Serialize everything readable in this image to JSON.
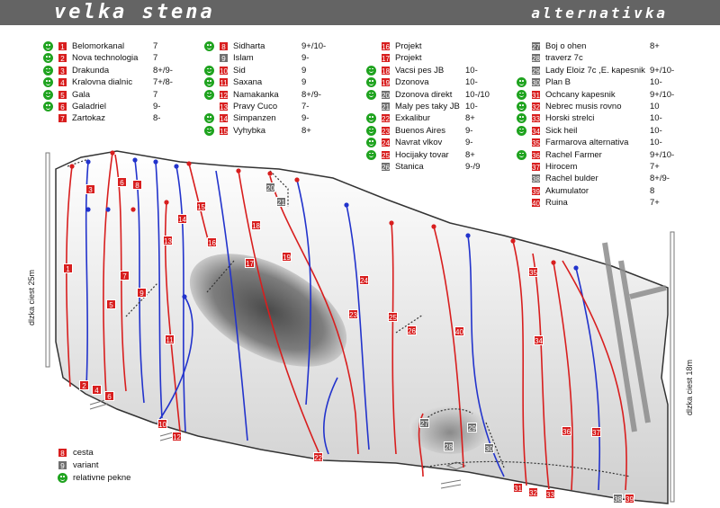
{
  "header": {
    "title_left": "velka stena",
    "title_right": "alternativka"
  },
  "legend": {
    "col1": [
      {
        "num": "1",
        "name": "Belomorkanal",
        "grade": "7",
        "star": true,
        "color": "red"
      },
      {
        "num": "2",
        "name": "Nova technologia",
        "grade": "7",
        "star": true,
        "color": "red"
      },
      {
        "num": "3",
        "name": "Drakunda",
        "grade": "8+/9-",
        "star": true,
        "color": "red"
      },
      {
        "num": "4",
        "name": "Kralovna dialnic",
        "grade": "7+/8-",
        "star": true,
        "color": "red"
      },
      {
        "num": "5",
        "name": "Gala",
        "grade": "7",
        "star": true,
        "color": "red"
      },
      {
        "num": "6",
        "name": "Galadriel",
        "grade": "9-",
        "star": true,
        "color": "red"
      },
      {
        "num": "7",
        "name": "Zartokaz",
        "grade": "8-",
        "star": false,
        "color": "red"
      }
    ],
    "col2": [
      {
        "num": "8",
        "name": "Sidharta",
        "grade": "9+/10-",
        "star": true,
        "color": "red"
      },
      {
        "num": "9",
        "name": "Islam",
        "grade": "9-",
        "star": false,
        "color": "gray"
      },
      {
        "num": "10",
        "name": "Sid",
        "grade": "9",
        "star": true,
        "color": "red"
      },
      {
        "num": "11",
        "name": "Saxana",
        "grade": "9",
        "star": true,
        "color": "red"
      },
      {
        "num": "12",
        "name": "Namakanka",
        "grade": "8+/9-",
        "star": true,
        "color": "red"
      },
      {
        "num": "13",
        "name": "Pravy Cuco",
        "grade": "7-",
        "star": false,
        "color": "red"
      },
      {
        "num": "14",
        "name": "Simpanzen",
        "grade": "9-",
        "star": true,
        "color": "red"
      },
      {
        "num": "15",
        "name": "Vyhybka",
        "grade": "8+",
        "star": true,
        "color": "red"
      }
    ],
    "col3": [
      {
        "num": "16",
        "name": "Projekt",
        "grade": "",
        "star": false,
        "color": "red"
      },
      {
        "num": "17",
        "name": "Projekt",
        "grade": "",
        "star": false,
        "color": "red"
      },
      {
        "num": "18",
        "name": "Vacsi pes JB",
        "grade": "10-",
        "star": true,
        "color": "red"
      },
      {
        "num": "19",
        "name": "Dzonova",
        "grade": "10-",
        "star": true,
        "color": "red"
      },
      {
        "num": "20",
        "name": "Dzonova direkt",
        "grade": "10-/10",
        "star": true,
        "color": "gray"
      },
      {
        "num": "21",
        "name": "Maly pes taky JB",
        "grade": "10-",
        "star": false,
        "color": "gray"
      },
      {
        "num": "22",
        "name": "Exkalibur",
        "grade": "8+",
        "star": true,
        "color": "red"
      },
      {
        "num": "23",
        "name": "Buenos Aires",
        "grade": "9-",
        "star": true,
        "color": "red"
      },
      {
        "num": "24",
        "name": "Navrat vlkov",
        "grade": "9-",
        "star": true,
        "color": "red"
      },
      {
        "num": "25",
        "name": "Hocijaky tovar",
        "grade": "8+",
        "star": true,
        "color": "red"
      },
      {
        "num": "26",
        "name": "Stanica",
        "grade": "9-/9",
        "star": false,
        "color": "gray"
      }
    ],
    "col4": [
      {
        "num": "27",
        "name": "Boj o ohen",
        "grade": "8+",
        "star": false,
        "color": "gray"
      },
      {
        "num": "28",
        "name": "traverz  7c",
        "grade": "",
        "star": false,
        "color": "gray"
      },
      {
        "num": "29",
        "name": "Lady Eloiz  7c ,E. kapesnik",
        "grade": "9+/10-",
        "star": false,
        "color": "gray"
      },
      {
        "num": "30",
        "name": "Plan B",
        "grade": "10-",
        "star": true,
        "color": "gray"
      },
      {
        "num": "31",
        "name": "Ochcany kapesnik",
        "grade": "9+/10-",
        "star": true,
        "color": "red"
      },
      {
        "num": "32",
        "name": "Nebrec musis rovno",
        "grade": "10",
        "star": true,
        "color": "red"
      },
      {
        "num": "33",
        "name": "Horski strelci",
        "grade": "10-",
        "star": true,
        "color": "red"
      },
      {
        "num": "34",
        "name": "Sick heil",
        "grade": "10-",
        "star": true,
        "color": "red"
      },
      {
        "num": "35",
        "name": "Farmarova alternativa",
        "grade": "10-",
        "star": false,
        "color": "red"
      },
      {
        "num": "36",
        "name": "Rachel Farmer",
        "grade": "9+/10-",
        "star": true,
        "color": "red"
      },
      {
        "num": "37",
        "name": "Hirocem",
        "grade": "7+",
        "star": false,
        "color": "red"
      },
      {
        "num": "38",
        "name": "Rachel bulder",
        "grade": "8+/9-",
        "star": false,
        "color": "gray"
      },
      {
        "num": "39",
        "name": "Akumulator",
        "grade": "8",
        "star": false,
        "color": "red"
      },
      {
        "num": "40",
        "name": "Ruina",
        "grade": "7+",
        "star": false,
        "color": "red"
      }
    ]
  },
  "key": [
    {
      "num": "8",
      "label": "cesta",
      "type": "red"
    },
    {
      "num": "9",
      "label": "variant",
      "type": "gray"
    },
    {
      "num": "",
      "label": "relativne pekne",
      "type": "smiley"
    }
  ],
  "side_labels": {
    "left": "dlzka ciest 25m",
    "right": "dlzka ciest 18m"
  },
  "map_badges": [
    {
      "n": "1",
      "c": "red"
    },
    {
      "n": "2",
      "c": "red"
    },
    {
      "n": "3",
      "c": "red"
    },
    {
      "n": "4",
      "c": "red"
    },
    {
      "n": "5",
      "c": "red"
    },
    {
      "n": "6",
      "c": "red"
    },
    {
      "n": "6",
      "c": "red"
    },
    {
      "n": "7",
      "c": "red"
    },
    {
      "n": "8",
      "c": "red"
    },
    {
      "n": "9",
      "c": "red"
    },
    {
      "n": "10",
      "c": "red"
    },
    {
      "n": "11",
      "c": "red"
    },
    {
      "n": "12",
      "c": "red"
    },
    {
      "n": "13",
      "c": "red"
    },
    {
      "n": "14",
      "c": "red"
    },
    {
      "n": "15",
      "c": "red"
    },
    {
      "n": "16",
      "c": "red"
    },
    {
      "n": "17",
      "c": "red"
    },
    {
      "n": "18",
      "c": "red"
    },
    {
      "n": "19",
      "c": "red"
    },
    {
      "n": "20",
      "c": "gray"
    },
    {
      "n": "21",
      "c": "gray"
    },
    {
      "n": "22",
      "c": "red"
    },
    {
      "n": "23",
      "c": "red"
    },
    {
      "n": "24",
      "c": "red"
    },
    {
      "n": "25",
      "c": "red"
    },
    {
      "n": "26",
      "c": "red"
    },
    {
      "n": "27",
      "c": "gray"
    },
    {
      "n": "28",
      "c": "gray"
    },
    {
      "n": "29",
      "c": "gray"
    },
    {
      "n": "30",
      "c": "gray"
    },
    {
      "n": "31",
      "c": "red"
    },
    {
      "n": "32",
      "c": "red"
    },
    {
      "n": "33",
      "c": "red"
    },
    {
      "n": "34",
      "c": "red"
    },
    {
      "n": "35",
      "c": "red"
    },
    {
      "n": "36",
      "c": "red"
    },
    {
      "n": "37",
      "c": "red"
    },
    {
      "n": "38",
      "c": "gray"
    },
    {
      "n": "39",
      "c": "red"
    },
    {
      "n": "40",
      "c": "red"
    }
  ],
  "colors": {
    "route_red": "#d81e1e",
    "route_blue": "#2233cc",
    "variant_gray": "#6f6f6f",
    "star_green": "#1fa31f",
    "header_gray": "#646464"
  }
}
